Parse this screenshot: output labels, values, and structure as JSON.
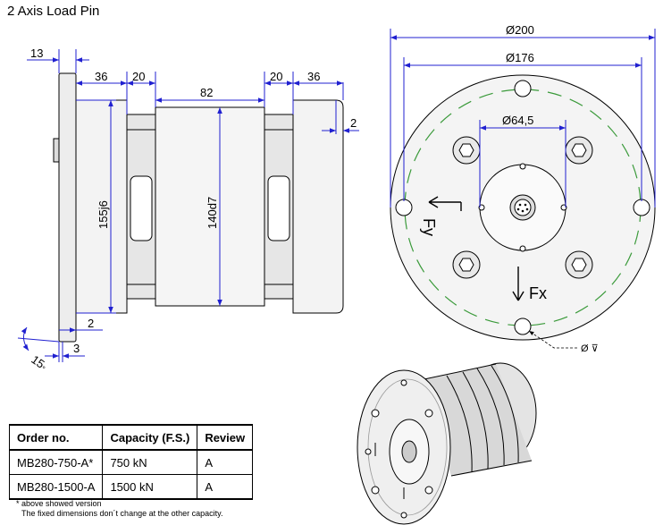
{
  "title": "2 Axis Load Pin",
  "dimensions": {
    "flange_thickness": "13",
    "pin_end_1": "36",
    "groove_1": "20",
    "center_length": "82",
    "groove_2": "20",
    "pin_end_2": "36",
    "end_chamfer": "2",
    "pin_diameter": "155j6",
    "center_diameter": "140d7",
    "bottom_chamfer": "2",
    "bottom_offset": "3",
    "chamfer_angle": "15",
    "chamfer_angle_unit": "°",
    "outer_diameter": "Ø200",
    "bolt_circle": "Ø176",
    "hub_diameter": "Ø64,5",
    "hole_callout": "Ø ⊽"
  },
  "force_labels": {
    "fy": "Fy",
    "fx": "Fx"
  },
  "table": {
    "headers": [
      "Order no.",
      "Capacity (F.S.)",
      "Review"
    ],
    "rows": [
      [
        "MB280-750-A*",
        "750 kN",
        "A"
      ],
      [
        "MB280-1500-A",
        "1500 kN",
        "A"
      ]
    ]
  },
  "footnote": {
    "line1": "* above showed version",
    "line2": "The fixed dimensions don´t change at the other capacity."
  },
  "colors": {
    "dimension_line": "#2020d0",
    "part_fill": "#f2f2f2",
    "bolt_circle": "#3a9a3a"
  }
}
